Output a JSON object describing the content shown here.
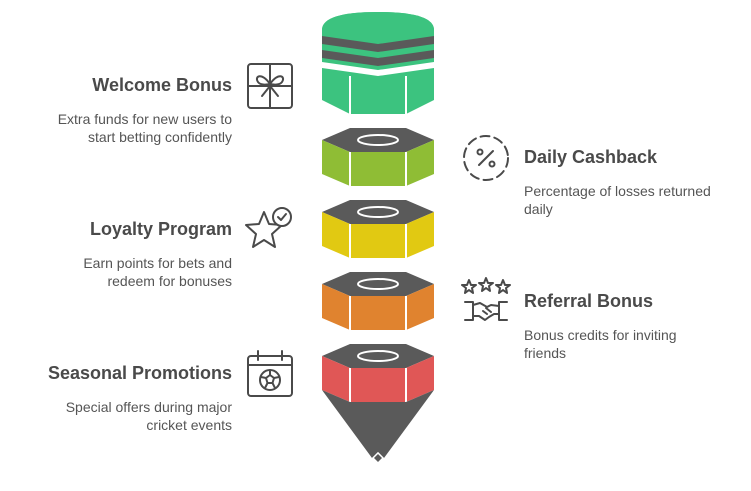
{
  "items": [
    {
      "title": "Welcome Bonus",
      "description": [
        "Extra funds for new users to",
        "start betting confidently"
      ],
      "icon": "gift-icon",
      "color": "#3cc37f",
      "side": "left"
    },
    {
      "title": "Daily Cashback",
      "description": [
        "Percentage of losses returned",
        "daily"
      ],
      "icon": "percent-icon",
      "color": "#8fbd35",
      "side": "right"
    },
    {
      "title": "Loyalty Program",
      "description": [
        "Earn points for bets and",
        "redeem for bonuses"
      ],
      "icon": "star-check-icon",
      "color": "#e1c912",
      "side": "left"
    },
    {
      "title": "Referral Bonus",
      "description": [
        "Bonus credits for inviting",
        "friends"
      ],
      "icon": "handshake-stars-icon",
      "color": "#e0832f",
      "side": "right"
    },
    {
      "title": "Seasonal Promotions",
      "description": [
        "Special offers during major",
        "cricket events"
      ],
      "icon": "calendar-ball-icon",
      "color": "#e05756",
      "side": "left"
    }
  ],
  "colors": {
    "dark": "#5a5a5a",
    "text": "#4a4a4a"
  }
}
